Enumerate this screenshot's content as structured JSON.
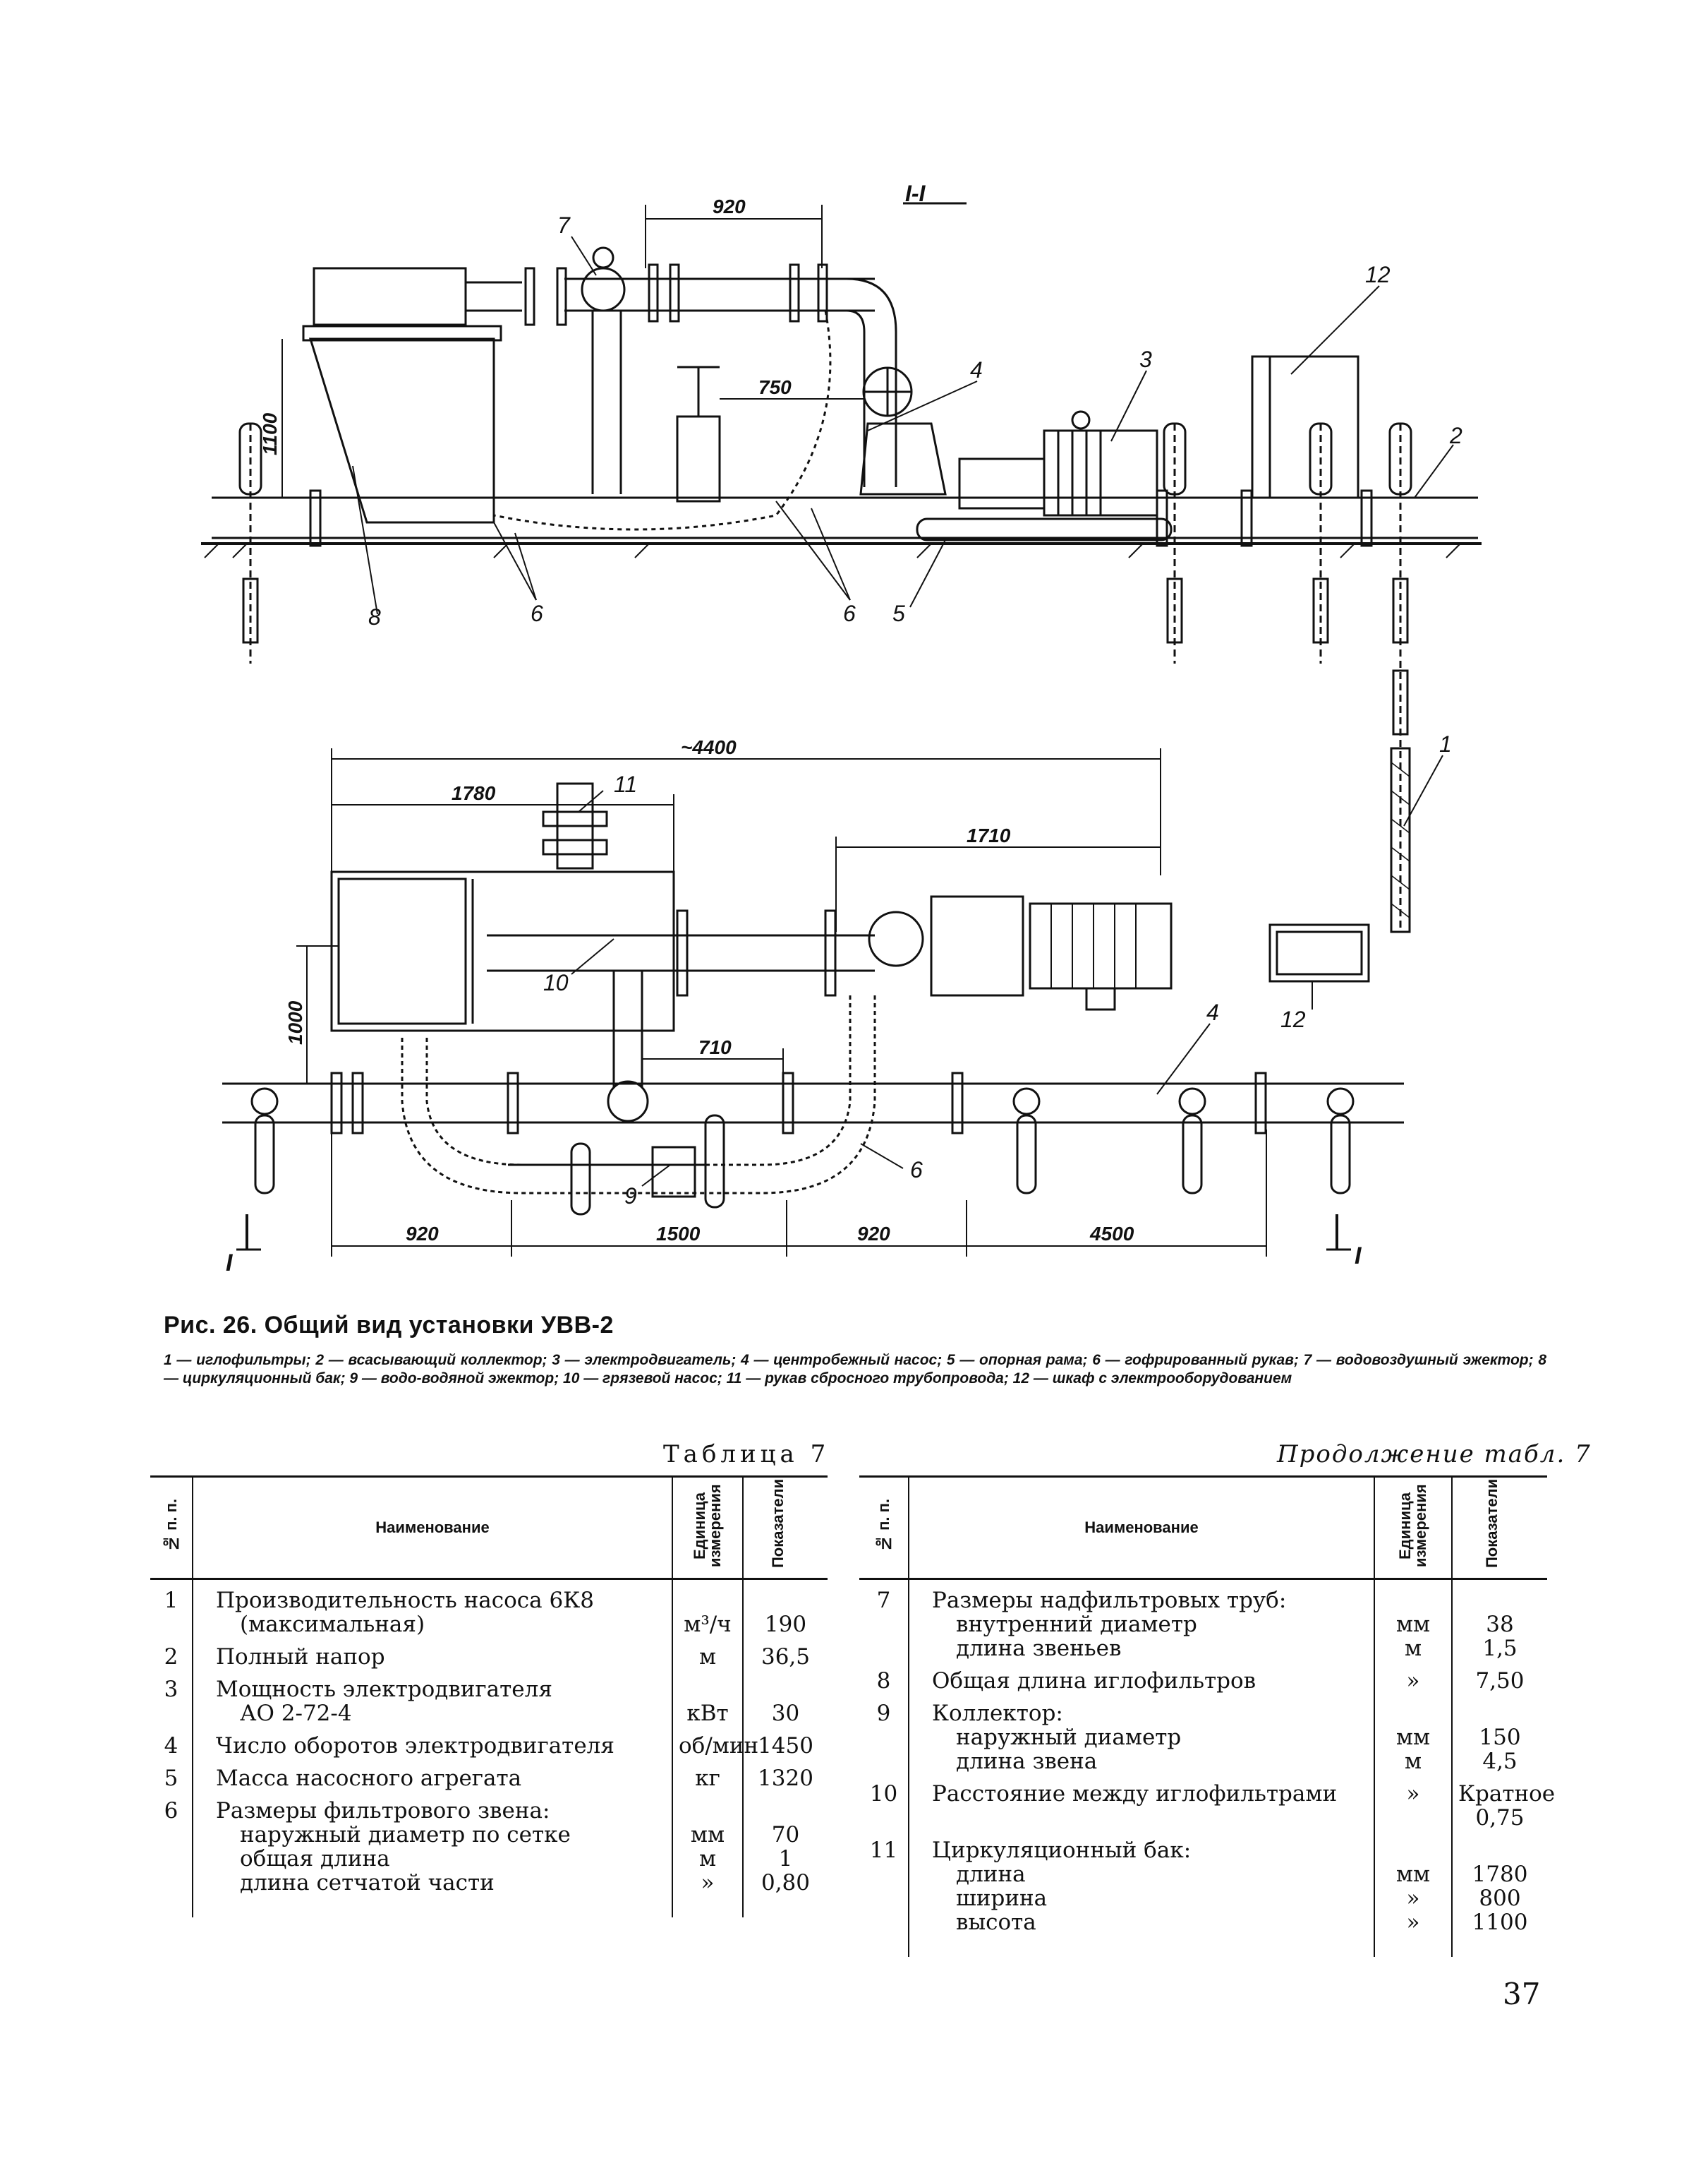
{
  "drawing": {
    "section_label": "I-I",
    "cut_marks": [
      "I",
      "I"
    ],
    "dimensions": {
      "top_920": "920",
      "top_750": "750",
      "height_1100": "1100",
      "overall_4400": "~4400",
      "d_1780": "1780",
      "d_1710": "1710",
      "d_1000": "1000",
      "d_710": "710",
      "bottom_920a": "920",
      "bottom_1500": "1500",
      "bottom_920b": "920",
      "bottom_4500": "4500"
    },
    "callouts": {
      "c7": "7",
      "c12a": "12",
      "c3": "3",
      "c4a": "4",
      "c2": "2",
      "c8": "8",
      "c6a": "6",
      "c6b": "6",
      "c5": "5",
      "c11": "11",
      "c10": "10",
      "c1": "1",
      "c12b": "12",
      "c4b": "4",
      "c6c": "6",
      "c9": "9"
    }
  },
  "caption": {
    "title": "Рис. 26. Общий вид установки УВВ-2",
    "legend": "1 — иглофильтры; 2 — всасывающий коллектор; 3 — электродвигатель; 4 — центробежный насос; 5 — опорная рама; 6 — гофрированный рукав; 7 — водовоздушный эжектор; 8 — циркуляционный бак; 9 — водо-водяной эжектор; 10 — грязевой насос; 11 — рукав сбросного трубопровода; 12 — шкаф с электрооборудованием"
  },
  "table_left": {
    "label": "Таблица 7",
    "headers": {
      "num": "№ п. п.",
      "name": "Наименование",
      "unit": "Единица измерения",
      "value": "Показатели"
    },
    "rows": [
      {
        "num": "1",
        "lines": [
          "Производительность насоса 6К8",
          "(максимальная)"
        ],
        "units": [
          "м³/ч"
        ],
        "values": [
          "190"
        ]
      },
      {
        "num": "2",
        "lines": [
          "Полный напор"
        ],
        "units": [
          "м"
        ],
        "values": [
          "36,5"
        ]
      },
      {
        "num": "3",
        "lines": [
          "Мощность электродвигателя",
          "АО 2-72-4"
        ],
        "units": [
          "кВт"
        ],
        "values": [
          "30"
        ]
      },
      {
        "num": "4",
        "lines": [
          "Число оборотов электродвигателя"
        ],
        "units": [
          "об/мин"
        ],
        "values": [
          "1450"
        ]
      },
      {
        "num": "5",
        "lines": [
          "Масса насосного агрегата"
        ],
        "units": [
          "кг"
        ],
        "values": [
          "1320"
        ]
      },
      {
        "num": "6",
        "lines": [
          "Размеры фильтрового звена:",
          "наружный диаметр по сетке",
          "общая длина",
          "длина сетчатой части"
        ],
        "units": [
          "",
          "мм",
          "м",
          "»"
        ],
        "values": [
          "",
          "70",
          "1",
          "0,80"
        ]
      }
    ]
  },
  "table_right": {
    "label": "Продолжение табл. 7",
    "headers": {
      "num": "№ п. п.",
      "name": "Наименование",
      "unit": "Единица измерения",
      "value": "Показатели"
    },
    "rows": [
      {
        "num": "7",
        "lines": [
          "Размеры надфильтровых труб:",
          "внутренний диаметр",
          "длина звеньев"
        ],
        "units": [
          "",
          "мм",
          "м"
        ],
        "values": [
          "",
          "38",
          "1,5"
        ]
      },
      {
        "num": "8",
        "lines": [
          "Общая длина иглофильтров"
        ],
        "units": [
          "»"
        ],
        "values": [
          "7,50"
        ]
      },
      {
        "num": "9",
        "lines": [
          "Коллектор:",
          "наружный диаметр",
          "длина звена"
        ],
        "units": [
          "",
          "мм",
          "м"
        ],
        "values": [
          "",
          "150",
          "4,5"
        ]
      },
      {
        "num": "10",
        "lines": [
          "Расстояние между иглофильтрами"
        ],
        "units": [
          "»"
        ],
        "values": [
          "Кратное 0,75"
        ]
      },
      {
        "num": "11",
        "lines": [
          "Циркуляционный бак:",
          "длина",
          "ширина",
          "высота"
        ],
        "units": [
          "",
          "мм",
          "»",
          "»"
        ],
        "values": [
          "",
          "1780",
          "800",
          "1100"
        ]
      }
    ]
  },
  "page_number": "37"
}
